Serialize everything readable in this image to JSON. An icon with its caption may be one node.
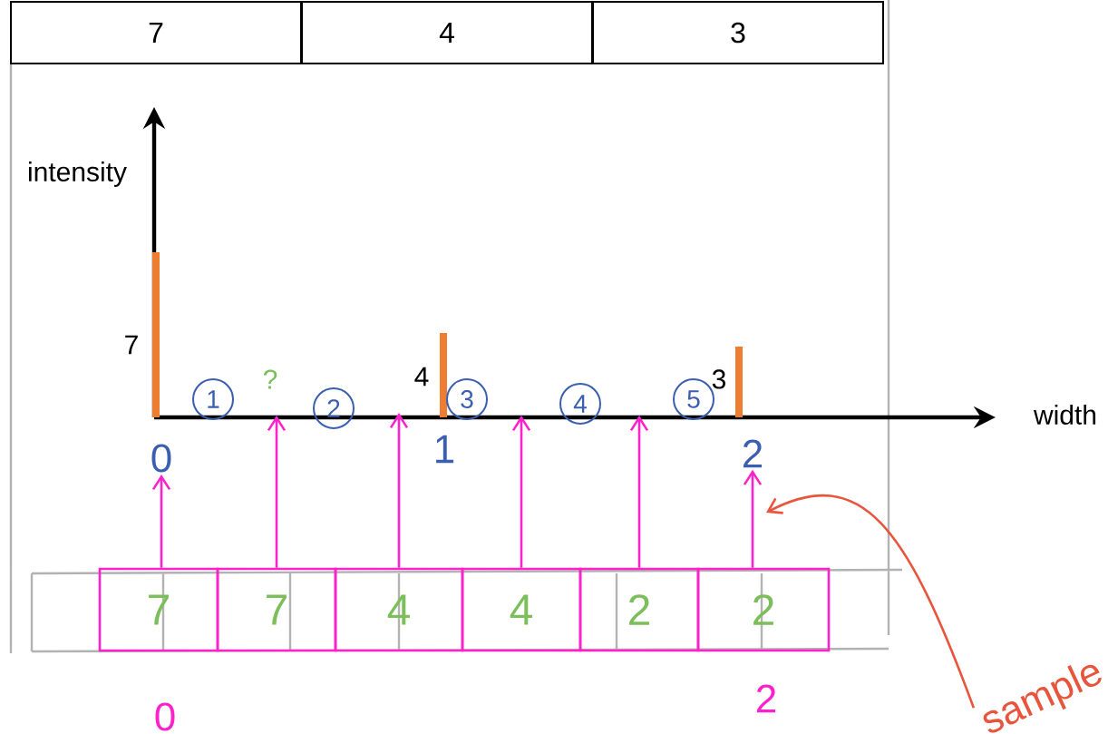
{
  "diagram": {
    "nodes": [
      {
        "text": [
          "7"
        ]
      },
      {
        "text": [
          "4"
        ]
      },
      {
        "text": [
          "3"
        ]
      },
      {
        "text": [
          "7"
        ]
      },
      {
        "text": [
          "7"
        ]
      },
      {
        "text": [
          "4"
        ]
      },
      {
        "text": [
          "4"
        ]
      },
      {
        "text": [
          "2"
        ]
      },
      {
        "text": [
          "2"
        ]
      },
      {
        "text": [
          "1"
        ]
      },
      {
        "text": [
          "2"
        ]
      },
      {
        "text": [
          "3"
        ]
      },
      {
        "text": [
          "4"
        ]
      },
      {
        "text": [
          "5"
        ]
      },
      {
        "text": [
          "sample"
        ]
      },
      {
        "text": [
          "0"
        ]
      },
      {
        "text": [
          "2"
        ]
      }
    ],
    "edges": [
      {
        "from": 3,
        "to": 15,
        "arrow": "to"
      },
      {
        "from": 4,
        "to": null,
        "arrow": "to"
      },
      {
        "from": 5,
        "to": null,
        "arrow": "to"
      },
      {
        "from": 6,
        "to": null,
        "arrow": "to"
      },
      {
        "from": 7,
        "to": null,
        "arrow": "to"
      },
      {
        "from": 8,
        "to": 16,
        "arrow": "to"
      },
      {
        "from": 14,
        "to": null,
        "arrow": "to",
        "color": "#e8553d"
      }
    ],
    "labels": [
      "intensity",
      "7",
      "?",
      "4",
      "3",
      "width",
      "1",
      "0",
      "2"
    ]
  }
}
